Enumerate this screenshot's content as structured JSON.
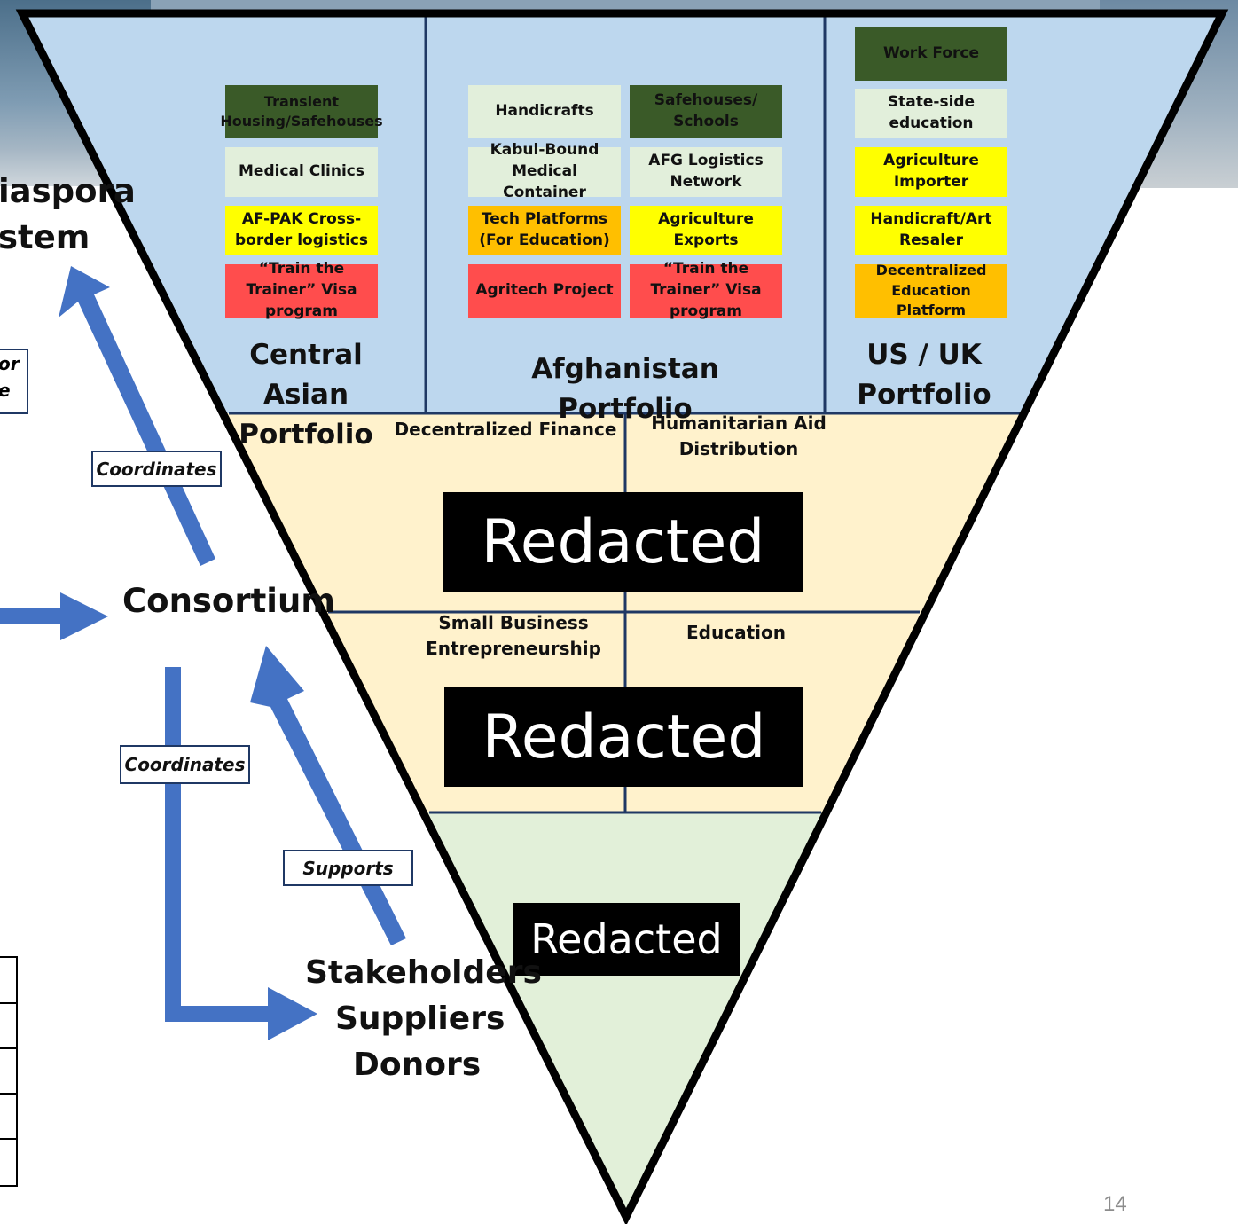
{
  "portfolios": {
    "central_asian": {
      "title": "Central Asian Portfolio",
      "items": [
        "Transient Housing/Safehouses",
        "Medical Clinics",
        "AF-PAK Cross-border logistics",
        "“Train the Trainer” Visa program"
      ]
    },
    "afghanistan": {
      "title": "Afghanistan Portfolio",
      "items_left": [
        "Handicrafts",
        "Kabul-Bound Medical Container",
        "Tech Platforms (For Education)",
        "Agritech Project"
      ],
      "items_right": [
        "Safehouses/ Schools",
        "AFG Logistics Network",
        "Agriculture Exports",
        "“Train the Trainer” Visa program"
      ]
    },
    "us_uk": {
      "title": "US / UK Portfolio",
      "items": [
        "Work Force",
        "State-side education",
        "Agriculture Importer",
        "Handicraft/Art Resaler",
        "Decentralized Education Platform"
      ]
    }
  },
  "middle_sections": {
    "decentralized_finance": "Decentralized Finance",
    "humanitarian_aid": "Humanitarian Aid Distribution",
    "small_business": "Small Business Entrepreneurship",
    "education": "Education"
  },
  "redacted": [
    "Redacted",
    "Redacted",
    "Redacted"
  ],
  "left_side": {
    "diaspora_partial_1": "iaspora",
    "diaspora_partial_2": "stem",
    "partial_box_1": "or",
    "partial_box_2": "e",
    "consortium": "Consortium",
    "coordinates_1": "Coordinates",
    "coordinates_2": "Coordinates",
    "supports": "Supports",
    "stakeholders": "Stakeholders",
    "suppliers": "Suppliers",
    "donors": "Donors"
  },
  "page_number": "14",
  "colors": {
    "top_band": "#bdd7ee",
    "middle_band": "#fff2cc",
    "bottom_band": "#e2f0d9",
    "arrow": "#4472c4",
    "dark_green": "#3a5a28",
    "light_green": "#e2efdb",
    "yellow": "#ffff00",
    "orange": "#ffbf00",
    "red": "#ff4d4d"
  }
}
